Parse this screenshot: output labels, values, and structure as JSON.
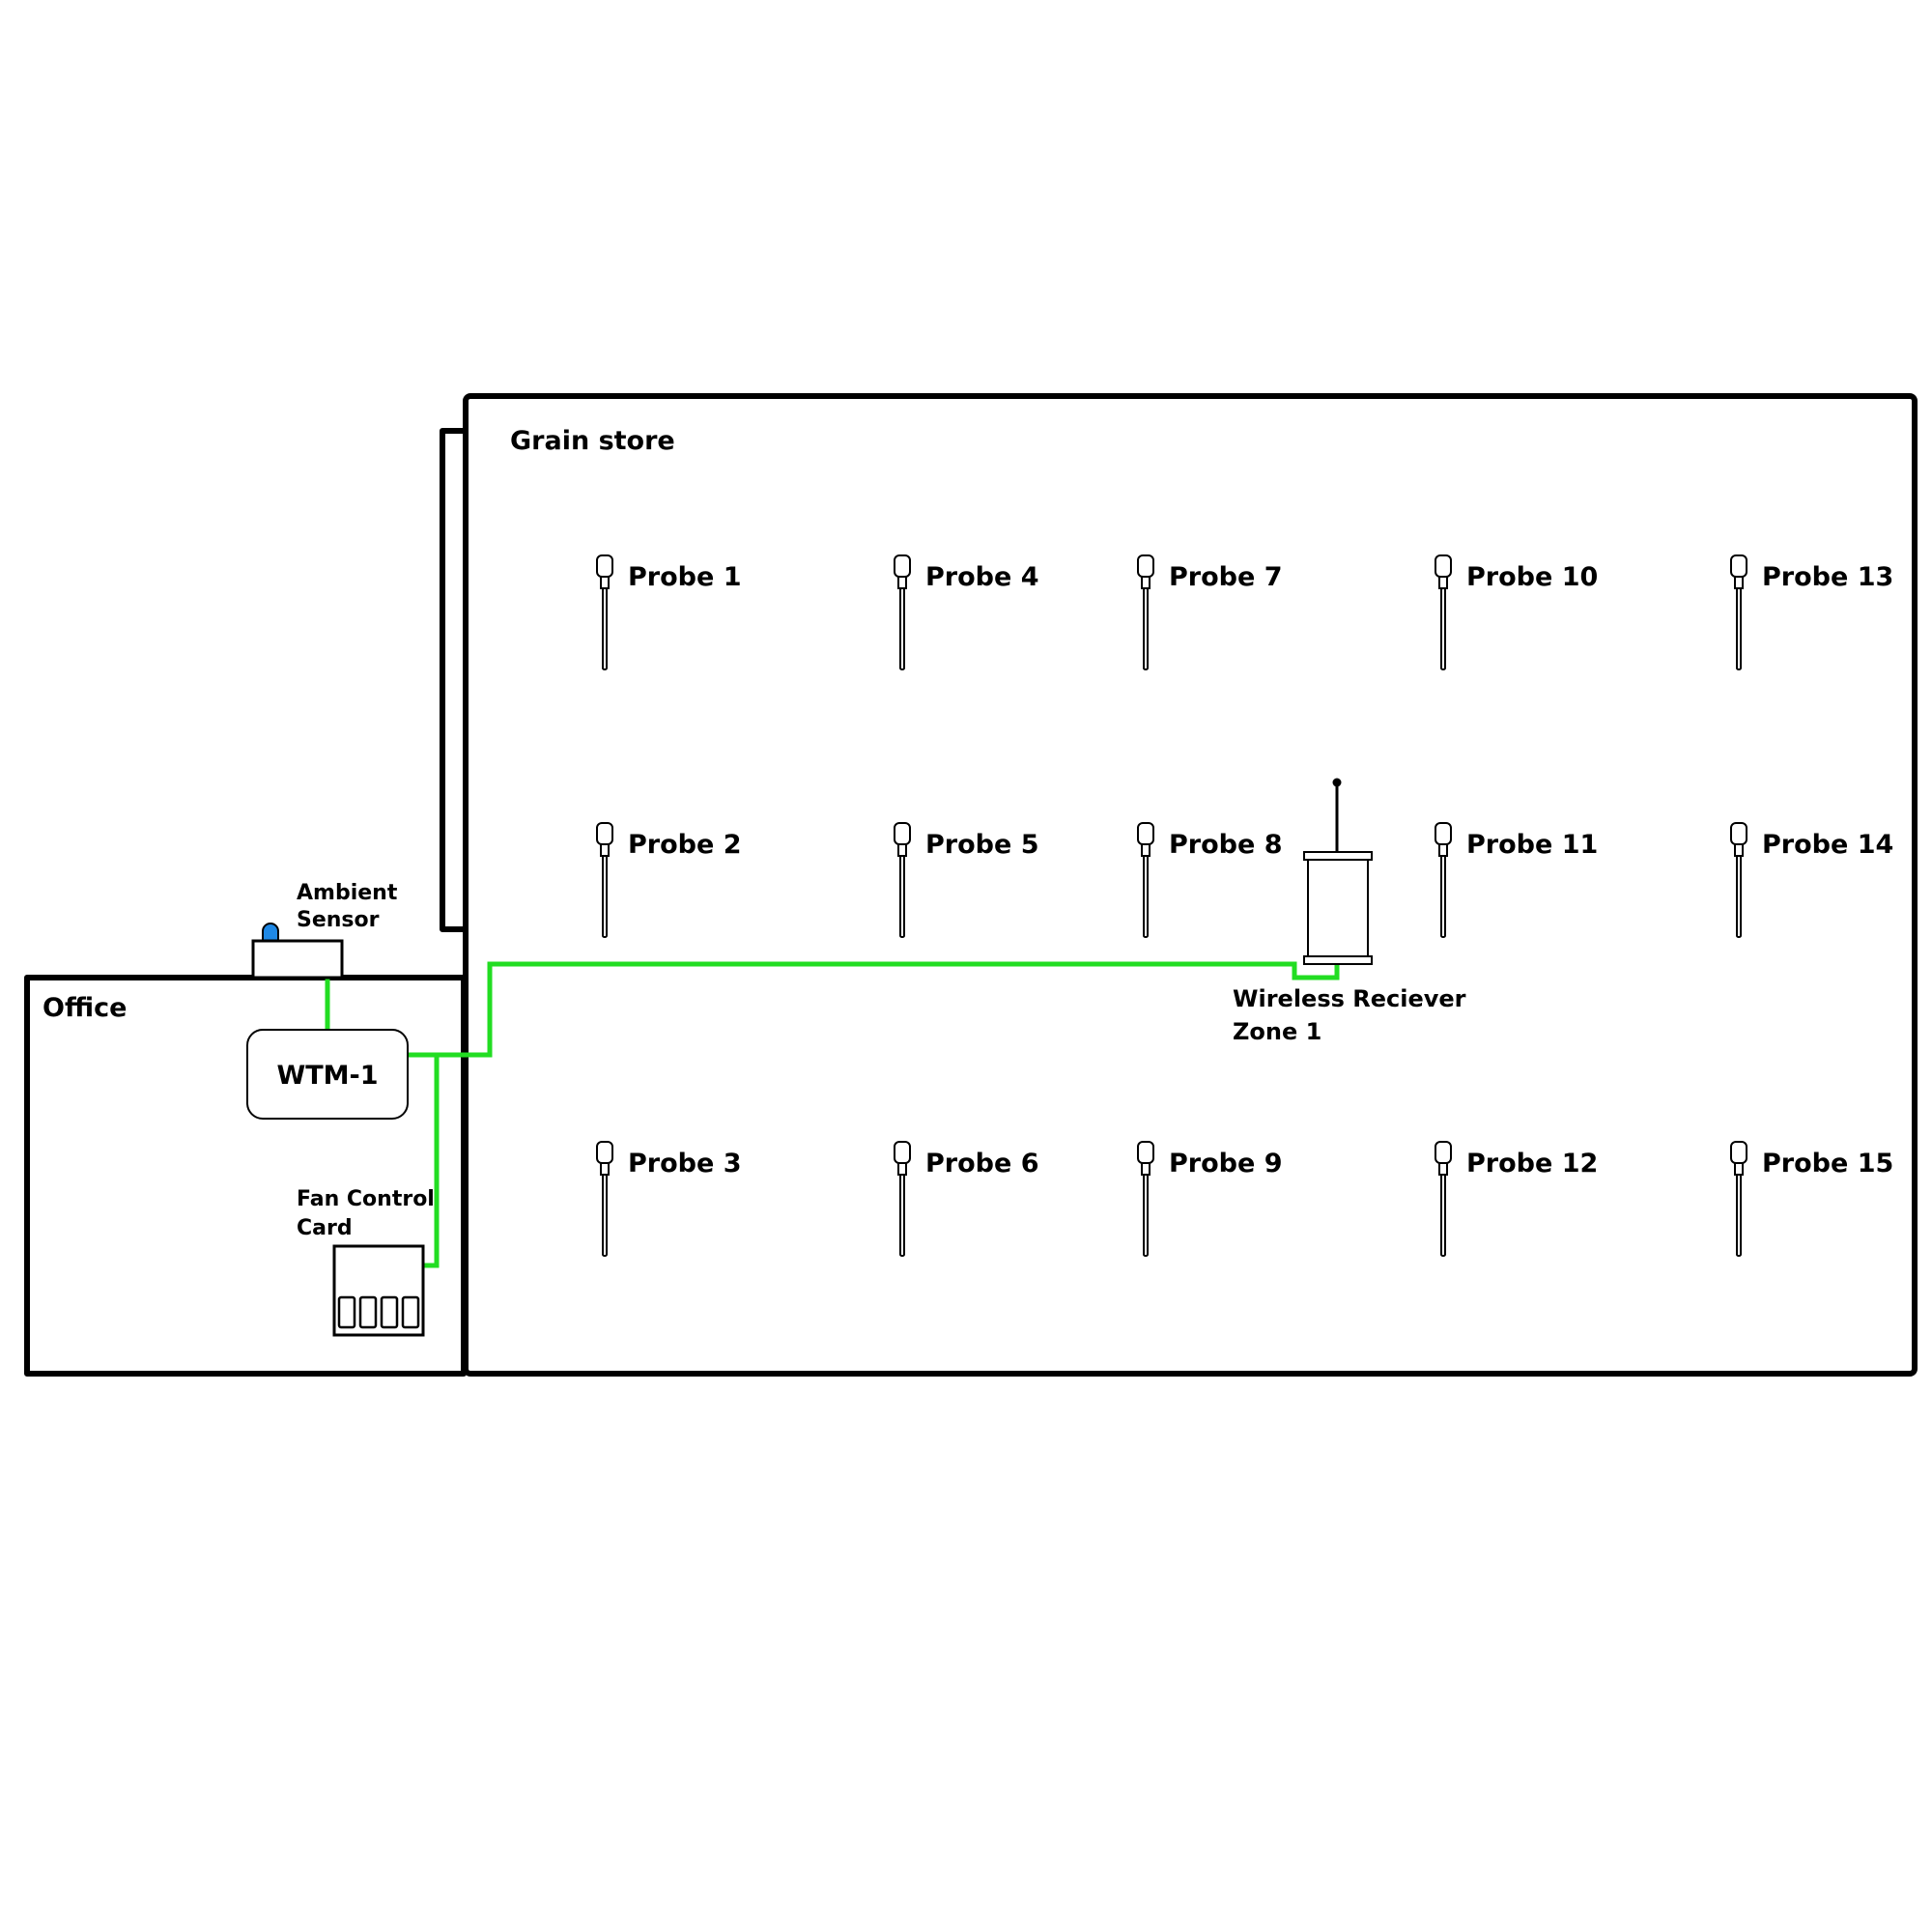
{
  "rooms": {
    "office": "Office",
    "grain_store": "Grain store"
  },
  "devices": {
    "wtm": "WTM-1",
    "ambient_sensor": [
      "Ambient",
      "Sensor"
    ],
    "fan_control_card": [
      "Fan Control",
      "Card"
    ],
    "wireless_receiver": [
      "Wireless Reciever",
      "Zone 1"
    ]
  },
  "probes": [
    "Probe 1",
    "Probe 2",
    "Probe 3",
    "Probe 4",
    "Probe 5",
    "Probe 6",
    "Probe 7",
    "Probe 8",
    "Probe 9",
    "Probe 10",
    "Probe 11",
    "Probe 12",
    "Probe 13",
    "Probe 14",
    "Probe 15"
  ],
  "colors": {
    "cable": "#22dd22",
    "sensor_bulb": "#1e88e5",
    "wall": "#000000"
  }
}
